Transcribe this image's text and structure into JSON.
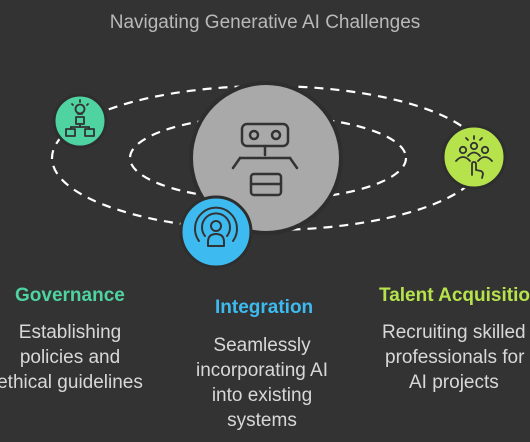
{
  "title": "Navigating Generative AI Challenges",
  "colors": {
    "governance": "#4ed3a1",
    "integration": "#3dbbf0",
    "talent": "#b6e34c",
    "center": "#a9a9a9",
    "orbit": "#ffffff"
  },
  "nodes": {
    "center": {
      "icon": "robot-icon"
    },
    "governance": {
      "icon": "hierarchy-bulb-icon"
    },
    "integration": {
      "icon": "broadcast-user-icon"
    },
    "talent": {
      "icon": "team-selection-icon"
    }
  },
  "columns": {
    "governance": {
      "title": "Governance",
      "desc": [
        "Establishing",
        "policies and",
        "ethical guidelines"
      ]
    },
    "integration": {
      "title": "Integration",
      "desc": [
        "Seamlessly",
        "incorporating AI",
        "into existing",
        "systems"
      ]
    },
    "talent": {
      "title": "Talent Acquisition",
      "desc": [
        "Recruiting skilled",
        "professionals for",
        "AI projects"
      ]
    }
  }
}
